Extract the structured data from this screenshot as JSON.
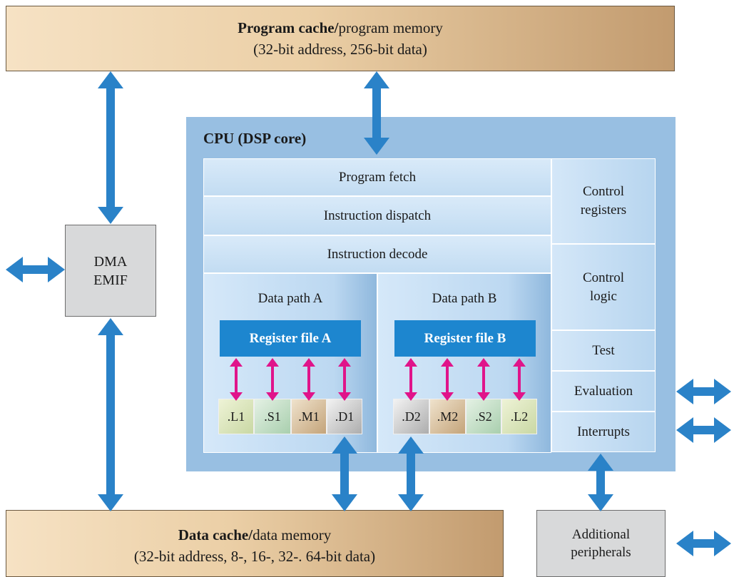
{
  "program_memory": {
    "bold": "Program cache/",
    "rest": "program memory",
    "line2": "(32-bit address, 256-bit data)"
  },
  "data_memory": {
    "bold": "Data cache/",
    "rest": "data memory",
    "line2": "(32-bit address, 8-, 16-, 32-. 64-bit data)"
  },
  "dma": {
    "line1": "DMA",
    "line2": "EMIF"
  },
  "peripherals": {
    "line1": "Additional",
    "line2": "peripherals"
  },
  "cpu": {
    "title": "CPU (DSP core)",
    "program_fetch": "Program fetch",
    "instruction_dispatch": "Instruction dispatch",
    "instruction_decode": "Instruction decode",
    "control_registers": {
      "line1": "Control",
      "line2": "registers"
    },
    "control_logic": {
      "line1": "Control",
      "line2": "logic"
    },
    "test": "Test",
    "evaluation": "Evaluation",
    "interrupts": "Interrupts",
    "path_a": {
      "title": "Data path A",
      "register_file": "Register file A",
      "units": [
        ".L1",
        ".S1",
        ".M1",
        ".D1"
      ]
    },
    "path_b": {
      "title": "Data path B",
      "register_file": "Register file B",
      "units": [
        ".D2",
        ".M2",
        ".S2",
        ".L2"
      ]
    }
  },
  "colors": {
    "bus_arrow": "#2a82c8",
    "register_arrow": "#e0148a",
    "register_file": "#1d86cf",
    "cpu_panel": "#98bfe2"
  }
}
